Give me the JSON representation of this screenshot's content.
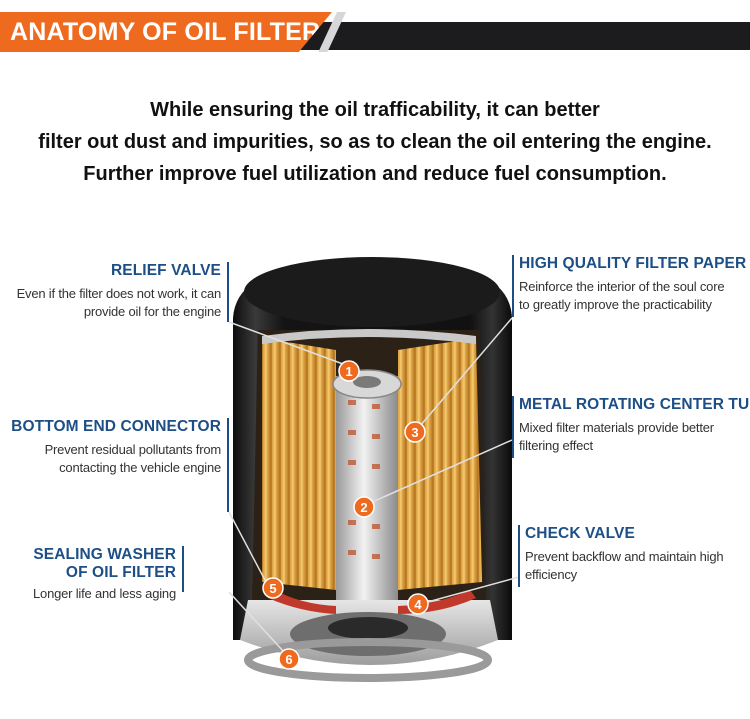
{
  "header": {
    "title": "ANATOMY OF OIL FILTER"
  },
  "intro": {
    "lines": [
      "While ensuring the oil trafficability, it can better",
      "filter out dust and impurities, so as to clean the oil entering the engine.",
      "Further improve fuel utilization and reduce fuel consumption."
    ]
  },
  "callouts": {
    "relief_valve": {
      "title": "RELIEF VALVE",
      "desc": [
        "Even if the filter does not work, it can",
        "provide oil for the engine"
      ]
    },
    "bottom_end_connector": {
      "title": "BOTTOM END CONNECTOR",
      "desc": [
        "Prevent residual pollutants from",
        "contacting the vehicle engine"
      ]
    },
    "sealing_washer": {
      "title": [
        "SEALING WASHER",
        "OF OIL FILTER"
      ],
      "desc": [
        "Longer life and less aging"
      ]
    },
    "filter_paper": {
      "title": "HIGH QUALITY FILTER PAPER",
      "desc": [
        "Reinforce the interior of the soul core",
        "to greatly improve the practicability"
      ]
    },
    "center_tube": {
      "title": "METAL ROTATING CENTER TUBE",
      "desc": [
        "Mixed filter materials provide better",
        "filtering effect"
      ]
    },
    "check_valve": {
      "title": "CHECK VALVE",
      "desc": [
        "Prevent backflow and maintain high",
        "efficiency"
      ]
    }
  },
  "markers": [
    "1",
    "2",
    "3",
    "4",
    "5",
    "6"
  ],
  "colors": {
    "accent": "#ee6a1f",
    "header_bg": "#1c1c1e",
    "label_blue": "#1d4f86",
    "filter_paper": "#e3a845",
    "housing": "#151515"
  }
}
